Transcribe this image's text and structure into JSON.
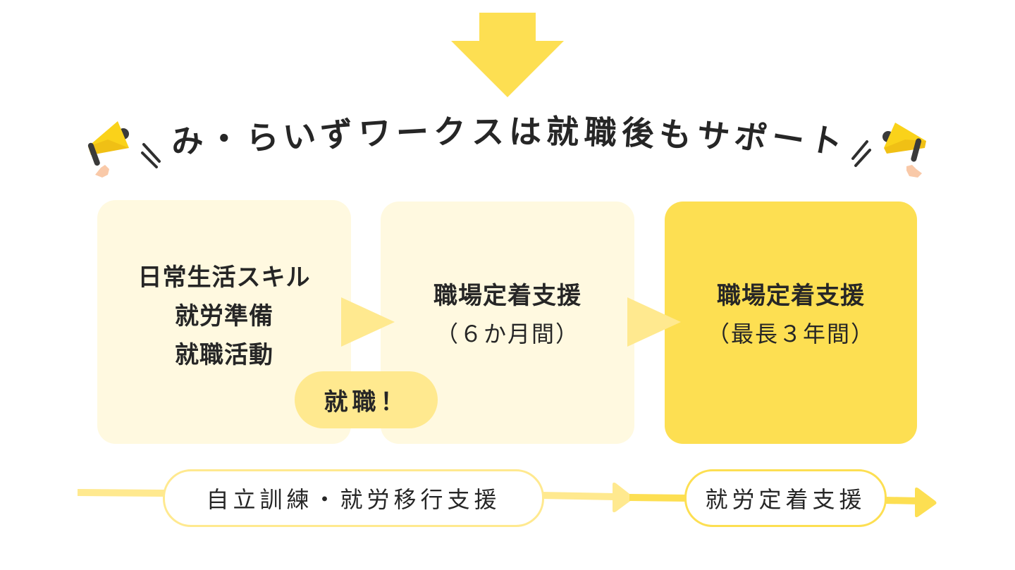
{
  "colors": {
    "accent_yellow": "#fddf52",
    "light_yellow": "#ffe98f",
    "pale_yellow": "#fff9e0",
    "text_dark": "#262626"
  },
  "header": {
    "title": "み・らいずワークスは就職後もサポート",
    "icons": [
      "arrow-down-icon",
      "megaphone-icon",
      "megaphone-icon"
    ]
  },
  "steps": [
    {
      "lines": [
        "日常生活スキル",
        "就労準備",
        "就職活動"
      ]
    },
    {
      "title": "職場定着支援",
      "period": "（６か月間）"
    },
    {
      "title": "職場定着支援",
      "period": "（最長３年間）"
    }
  ],
  "milestone": {
    "label": "就職！"
  },
  "timeline": {
    "phases": [
      {
        "label": "自立訓練・就労移行支援"
      },
      {
        "label": "就労定着支援"
      }
    ]
  }
}
